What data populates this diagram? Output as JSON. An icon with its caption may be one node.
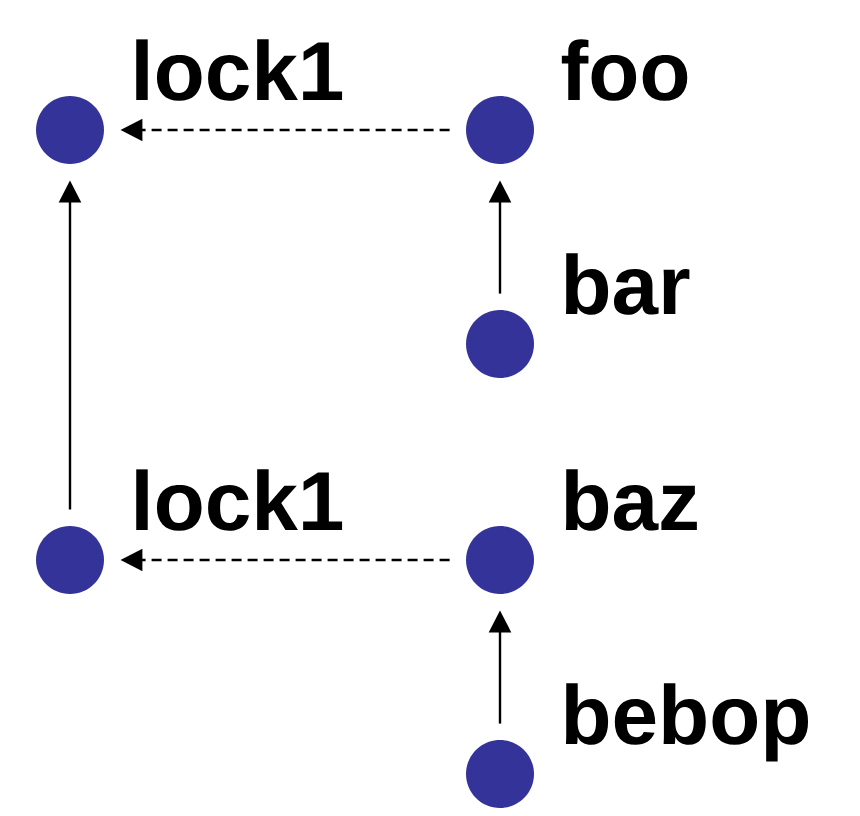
{
  "diagram": {
    "nodes": [
      {
        "text": [],
        "shape": "circle",
        "beside": [
          "lock1"
        ]
      },
      {
        "text": [],
        "shape": "circle",
        "beside": [
          "foo"
        ]
      },
      {
        "text": [],
        "shape": "circle",
        "beside": [
          "bar"
        ]
      },
      {
        "text": [],
        "shape": "circle",
        "beside": [
          "lock1"
        ]
      },
      {
        "text": [],
        "shape": "circle",
        "beside": [
          "baz"
        ]
      },
      {
        "text": [],
        "shape": "circle",
        "beside": [
          "bebop"
        ]
      }
    ],
    "edges": [
      {
        "from": 1,
        "to": 0,
        "arrow": "to",
        "style": "dashed"
      },
      {
        "from": 2,
        "to": 1,
        "arrow": "to"
      },
      {
        "from": 3,
        "to": 0,
        "arrow": "to"
      },
      {
        "from": 4,
        "to": 3,
        "arrow": "to",
        "style": "dashed"
      },
      {
        "from": 5,
        "to": 4,
        "arrow": "to"
      }
    ]
  }
}
